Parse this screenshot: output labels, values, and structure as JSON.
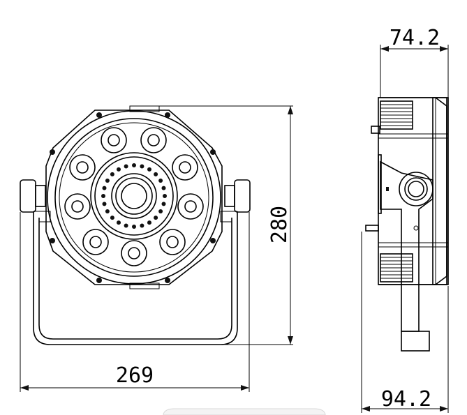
{
  "dimensions": {
    "width_front": "269",
    "height": "280",
    "depth_top": "74.2",
    "depth_bottom": "94.2"
  }
}
